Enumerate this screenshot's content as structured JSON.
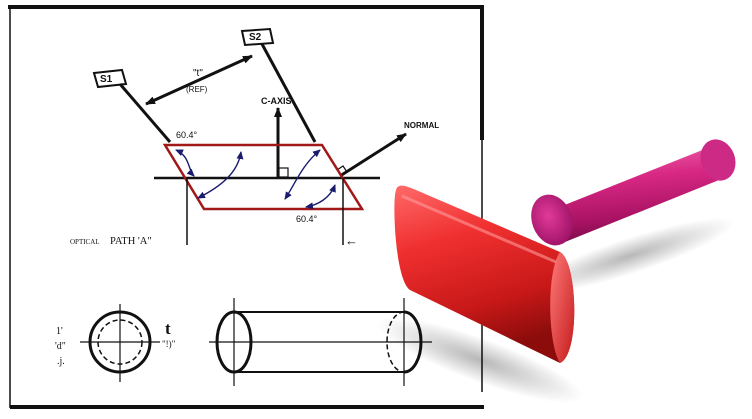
{
  "diagram": {
    "labels": {
      "s1": "S1",
      "s2": "S2",
      "t_label": "\"t\"",
      "ref": "(REF)",
      "c_axis": "C-AXIS",
      "normal": "NORMAL",
      "angle_top": "60.4°",
      "angle_bottom": "60.4°",
      "optical_path_prefix": "OPTICAL",
      "optical_path": "PATH 'A\"",
      "left_arrow": "←",
      "dim_left_1": "1'",
      "dim_left_2": "'d\"",
      "dim_left_3": ".j.",
      "dim_t": "t",
      "dim_t_sub": "\"!)\""
    },
    "colors": {
      "line": "#111111",
      "parallelogram": "#a01818",
      "angle_arc": "#1a1a6e",
      "red_rod": "#e02828",
      "magenta_rod": "#d61a7a"
    }
  }
}
